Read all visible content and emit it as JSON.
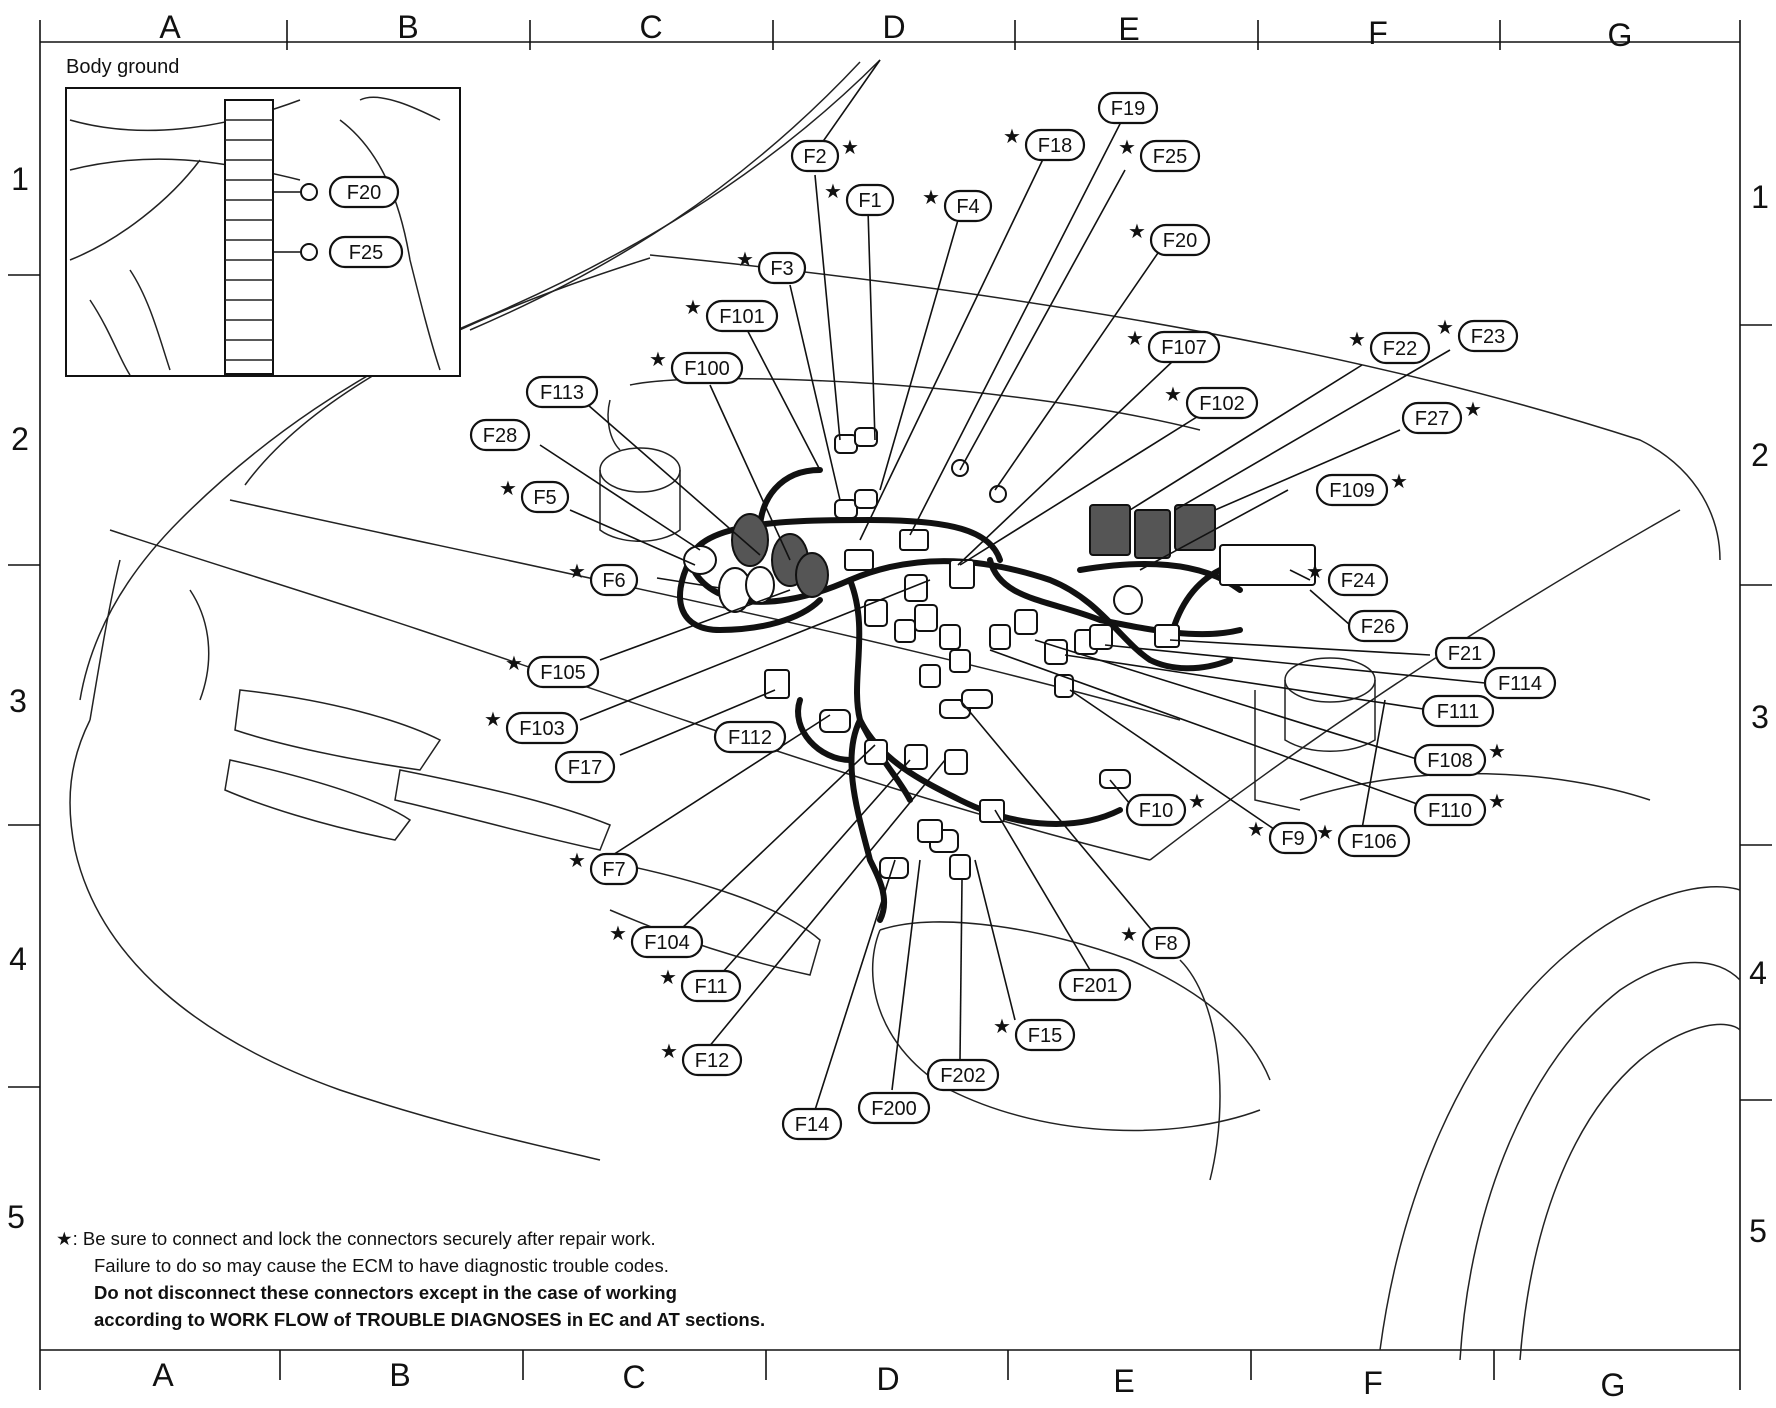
{
  "grid": {
    "columns": [
      "A",
      "B",
      "C",
      "D",
      "E",
      "F",
      "G"
    ],
    "rows": [
      "1",
      "2",
      "3",
      "4",
      "5"
    ]
  },
  "inset": {
    "title": "Body ground",
    "connectors": [
      "F20",
      "F25"
    ]
  },
  "connectors": [
    {
      "id": "F1",
      "star": true
    },
    {
      "id": "F2",
      "star": true
    },
    {
      "id": "F3",
      "star": true
    },
    {
      "id": "F4",
      "star": true
    },
    {
      "id": "F5",
      "star": true
    },
    {
      "id": "F6",
      "star": true
    },
    {
      "id": "F7",
      "star": true
    },
    {
      "id": "F8",
      "star": true
    },
    {
      "id": "F9",
      "star": true
    },
    {
      "id": "F10",
      "star": true
    },
    {
      "id": "F11",
      "star": true
    },
    {
      "id": "F12",
      "star": true
    },
    {
      "id": "F14",
      "star": false
    },
    {
      "id": "F15",
      "star": true
    },
    {
      "id": "F17",
      "star": false
    },
    {
      "id": "F18",
      "star": true
    },
    {
      "id": "F19",
      "star": false
    },
    {
      "id": "F20",
      "star": true
    },
    {
      "id": "F21",
      "star": false
    },
    {
      "id": "F22",
      "star": true
    },
    {
      "id": "F23",
      "star": true
    },
    {
      "id": "F24",
      "star": true
    },
    {
      "id": "F25",
      "star": true
    },
    {
      "id": "F26",
      "star": false
    },
    {
      "id": "F27",
      "star": true
    },
    {
      "id": "F28",
      "star": false
    },
    {
      "id": "F100",
      "star": true
    },
    {
      "id": "F101",
      "star": true
    },
    {
      "id": "F102",
      "star": true
    },
    {
      "id": "F103",
      "star": true
    },
    {
      "id": "F104",
      "star": true
    },
    {
      "id": "F105",
      "star": true
    },
    {
      "id": "F106",
      "star": true
    },
    {
      "id": "F107",
      "star": true
    },
    {
      "id": "F108",
      "star": true
    },
    {
      "id": "F109",
      "star": true
    },
    {
      "id": "F110",
      "star": true
    },
    {
      "id": "F111",
      "star": false
    },
    {
      "id": "F112",
      "star": false
    },
    {
      "id": "F113",
      "star": false
    },
    {
      "id": "F114",
      "star": false
    },
    {
      "id": "F200",
      "star": false
    },
    {
      "id": "F201",
      "star": false
    },
    {
      "id": "F202",
      "star": false
    }
  ],
  "note": {
    "star_symbol": "★",
    "line1": ": Be sure to connect and lock the connectors securely after repair work.",
    "line2": "Failure to do so may cause the ECM to have diagnostic trouble codes.",
    "line3": "Do not disconnect these connectors except in the case of working",
    "line4": "according to WORK FLOW of TROUBLE DIAGNOSES in EC and AT sections."
  }
}
